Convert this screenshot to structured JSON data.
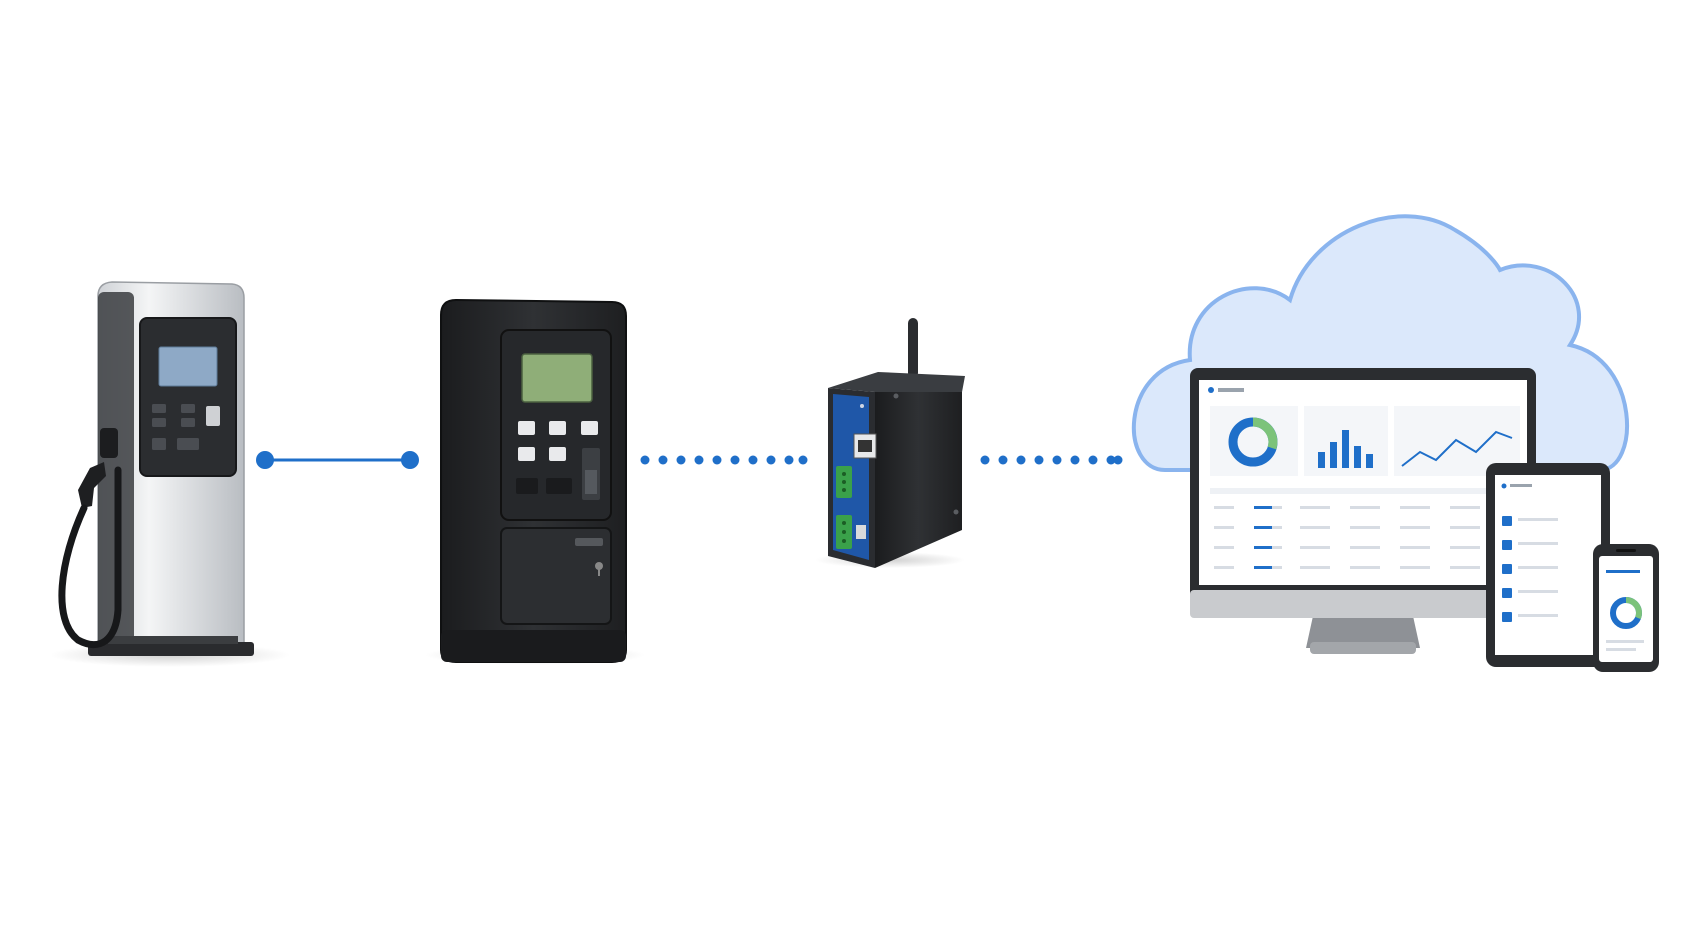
{
  "diagram": {
    "nodes": [
      {
        "id": "fuel-dispenser",
        "icon": "fuel-pump-icon"
      },
      {
        "id": "payment-terminal",
        "icon": "payment-kiosk-icon"
      },
      {
        "id": "iot-gateway",
        "icon": "router-icon"
      },
      {
        "id": "cloud-platform",
        "icon": "cloud-icon"
      }
    ],
    "links": [
      {
        "from": "fuel-dispenser",
        "to": "payment-terminal",
        "style": "solid",
        "meaning": "wired"
      },
      {
        "from": "payment-terminal",
        "to": "iot-gateway",
        "style": "dotted",
        "meaning": "wireless"
      },
      {
        "from": "iot-gateway",
        "to": "cloud-platform",
        "style": "dotted",
        "meaning": "wireless"
      }
    ],
    "devices": [
      "desktop-monitor",
      "tablet",
      "smartphone"
    ]
  },
  "colors": {
    "accent": "#1f6fc9",
    "cloud_fill": "#dbe8fb",
    "cloud_stroke": "#8ab4ee",
    "device_dark": "#2b2d30",
    "gateway_blue": "#1f57a8",
    "terminal_green": "#8fae78",
    "dispenser_screen": "#8ea9c6",
    "connector_green": "#3aa14a"
  }
}
